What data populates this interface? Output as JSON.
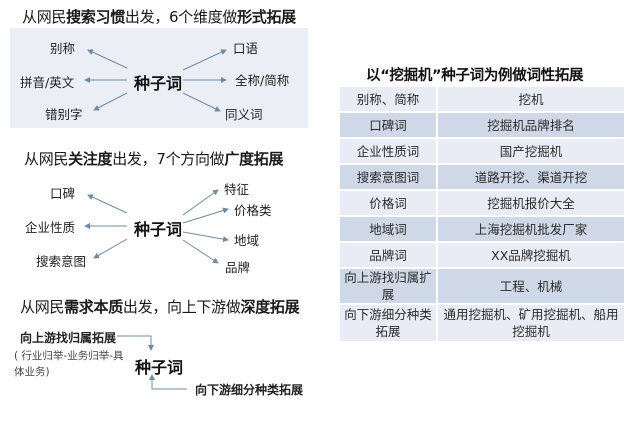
{
  "section1": {
    "heading": {
      "parts": [
        {
          "text": "从网民",
          "bold": false
        },
        {
          "text": "搜索习惯",
          "bold": true
        },
        {
          "text": "出发，6个维度做",
          "bold": false
        },
        {
          "text": "形式拓展",
          "bold": true
        }
      ]
    },
    "seed": "种子词",
    "left_items": [
      "别称",
      "拼音/英文",
      "错别字"
    ],
    "right_items": [
      "口语",
      "全称/简称",
      "同义词"
    ]
  },
  "section2": {
    "heading": {
      "parts": [
        {
          "text": "从网民",
          "bold": false
        },
        {
          "text": "关注度",
          "bold": true
        },
        {
          "text": "出发，7个方向做",
          "bold": false
        },
        {
          "text": "广度拓展",
          "bold": true
        }
      ]
    },
    "seed": "种子词",
    "left_items": [
      "口碑",
      "企业性质",
      "搜索意图"
    ],
    "right_items": [
      "特征",
      "价格类",
      "地域",
      "品牌"
    ]
  },
  "section3": {
    "heading": {
      "parts": [
        {
          "text": "从网民",
          "bold": false
        },
        {
          "text": "需求本质",
          "bold": true
        },
        {
          "text": "出发，向上下游做",
          "bold": false
        },
        {
          "text": "深度拓展",
          "bold": true
        }
      ]
    },
    "seed": "种子词",
    "upstream_label": "向上游找归属拓展",
    "upstream_note_line1": "( 行业归举-业务归举-具",
    "upstream_note_line2": "体业务)",
    "downstream_label": "向下游细分种类拓展"
  },
  "table": {
    "title": "以“挖掘机”种子词为例做词性拓展",
    "rows": [
      {
        "type": "别称、简称",
        "example": "挖机"
      },
      {
        "type": "口碑词",
        "example": "挖掘机品牌排名"
      },
      {
        "type": "企业性质词",
        "example": "国产挖掘机"
      },
      {
        "type": "搜索意图词",
        "example": "道路开挖、渠道开挖"
      },
      {
        "type": "价格词",
        "example": "挖掘机报价大全"
      },
      {
        "type": "地域词",
        "example": "上海挖掘机批发厂家"
      },
      {
        "type": "品牌词",
        "example": "XX品牌挖掘机"
      },
      {
        "type": "向上游找归属扩展",
        "example": "工程、机械"
      },
      {
        "type": "向下游细分种类拓展",
        "example": "通用挖掘机、矿用挖掘机、船用挖掘机"
      }
    ]
  },
  "colors": {
    "panel_bg": "#eceef6",
    "arrow": "#6f8aa8",
    "table_row_light": "#e9ecf4",
    "table_row_dark": "#cfd8e6"
  }
}
